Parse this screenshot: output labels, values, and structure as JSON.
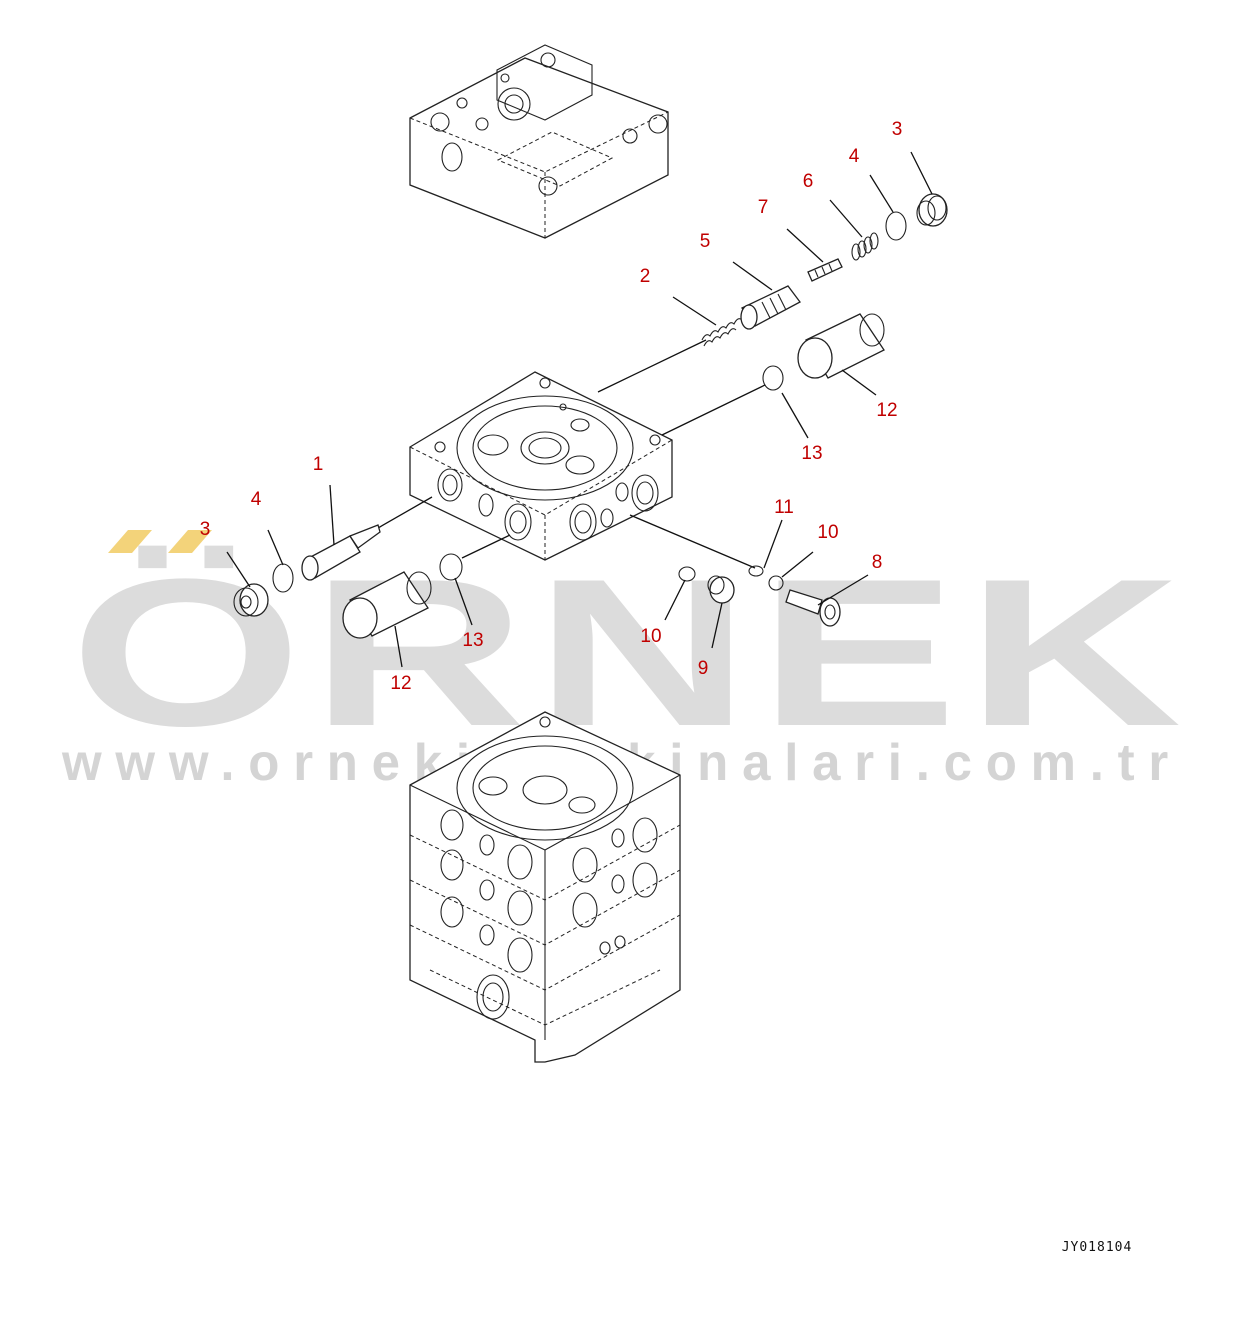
{
  "diagram": {
    "code": "JY018104",
    "watermark": {
      "brand": "ÖRNEK",
      "url": "www.ornekismakinalari.com.tr"
    },
    "callouts": [
      {
        "id": "c1",
        "label": "1"
      },
      {
        "id": "c2",
        "label": "2"
      },
      {
        "id": "c3a",
        "label": "3"
      },
      {
        "id": "c3b",
        "label": "3"
      },
      {
        "id": "c4a",
        "label": "4"
      },
      {
        "id": "c4b",
        "label": "4"
      },
      {
        "id": "c5",
        "label": "5"
      },
      {
        "id": "c6",
        "label": "6"
      },
      {
        "id": "c7",
        "label": "7"
      },
      {
        "id": "c8",
        "label": "8"
      },
      {
        "id": "c9",
        "label": "9"
      },
      {
        "id": "c10a",
        "label": "10"
      },
      {
        "id": "c10b",
        "label": "10"
      },
      {
        "id": "c11",
        "label": "11"
      },
      {
        "id": "c12a",
        "label": "12"
      },
      {
        "id": "c12b",
        "label": "12"
      },
      {
        "id": "c13a",
        "label": "13"
      },
      {
        "id": "c13b",
        "label": "13"
      }
    ],
    "colors": {
      "callout": "#c00000",
      "line": "#222222",
      "watermark": "#dcdcdc",
      "watermark_accent": "#f3d37a"
    }
  }
}
